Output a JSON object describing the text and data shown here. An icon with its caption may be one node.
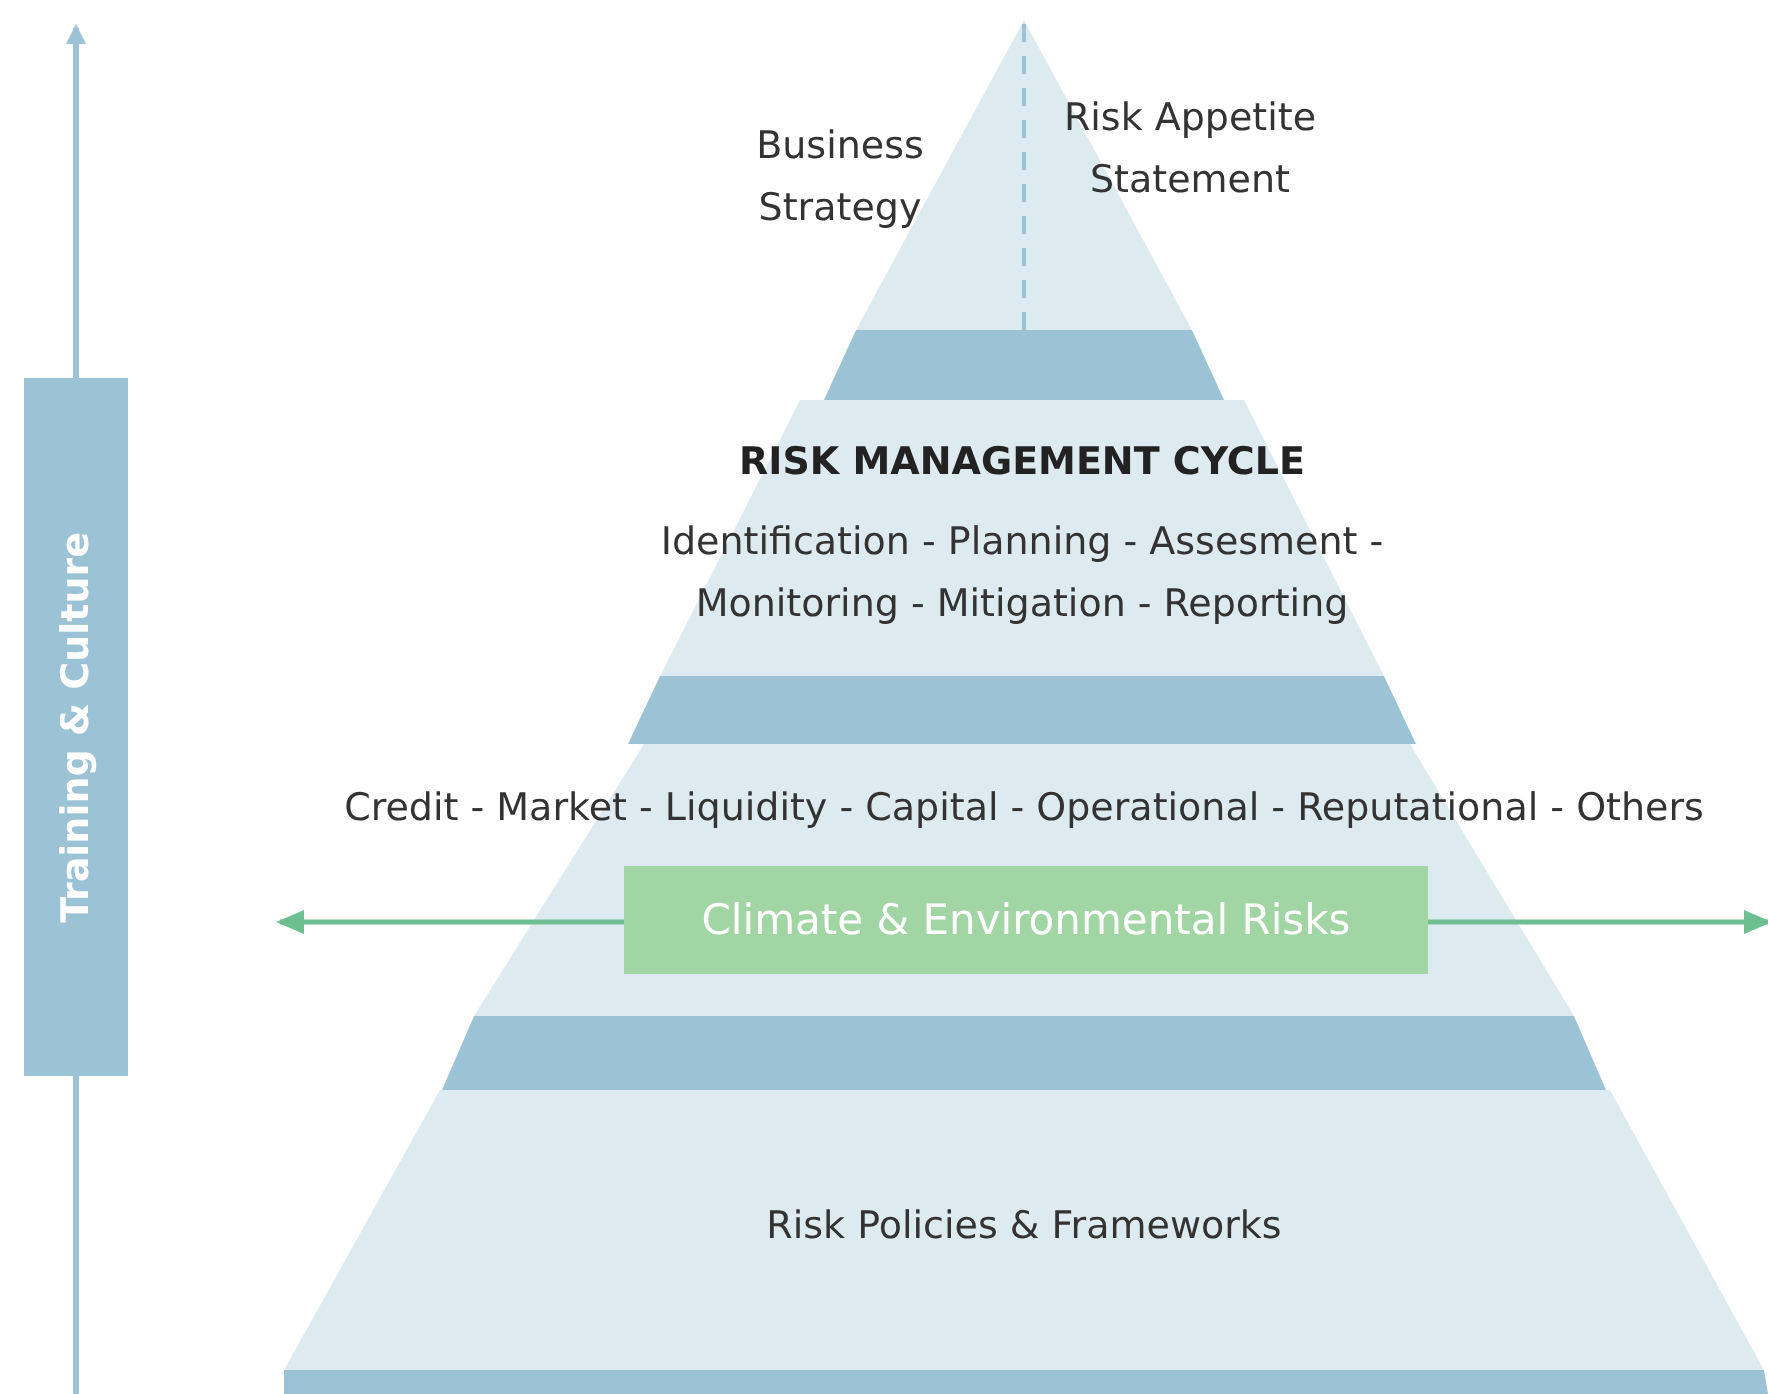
{
  "diagram": {
    "nodes": [
      {
        "text": [
          "Business Strategy",
          "Risk Appetite Statement"
        ]
      },
      {
        "text": [
          "RISK MANAGEMENT CYCLE",
          "Identification - Planning - Assesment - Monitoring - Mitigation - Reporting"
        ]
      },
      {
        "text": [
          "Credit - Market - Liquidity - Capital - Operational - Reputational - Others"
        ]
      },
      {
        "text": [
          "Risk Policies & Frameworks"
        ]
      },
      {
        "text": [
          "Climate & Environmental Risks"
        ],
        "in": 2
      },
      {
        "text": [
          "Training & Culture"
        ]
      }
    ],
    "edges": [
      {
        "from": 4,
        "to": null,
        "arrow": "to"
      },
      {
        "from": 4,
        "to": null,
        "arrow": "to"
      }
    ]
  }
}
